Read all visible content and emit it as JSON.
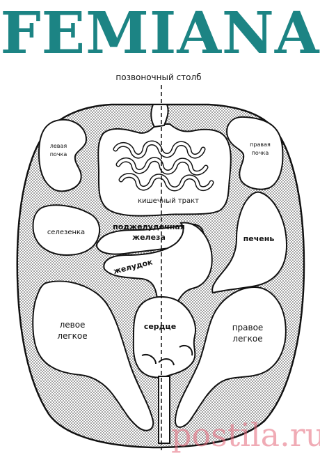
{
  "brand": {
    "title": "FEMIANA",
    "color": "#1c8484"
  },
  "labels": {
    "spine": "позвоночный столб",
    "left_kidney_1": "левая",
    "left_kidney_2": "почка",
    "right_kidney_1": "правая",
    "right_kidney_2": "почка",
    "intestine": "кишечный тракт",
    "spleen": "селезенка",
    "pancreas_1": "поджелудочная",
    "pancreas_2": "железа",
    "liver": "печень",
    "stomach": "желудок",
    "heart": "сердце",
    "left_lung_1": "левое",
    "left_lung_2": "легкое",
    "right_lung_1": "правое",
    "right_lung_2": "легкое"
  },
  "watermark": {
    "text": "postila.ru",
    "color": "#e4677a"
  }
}
